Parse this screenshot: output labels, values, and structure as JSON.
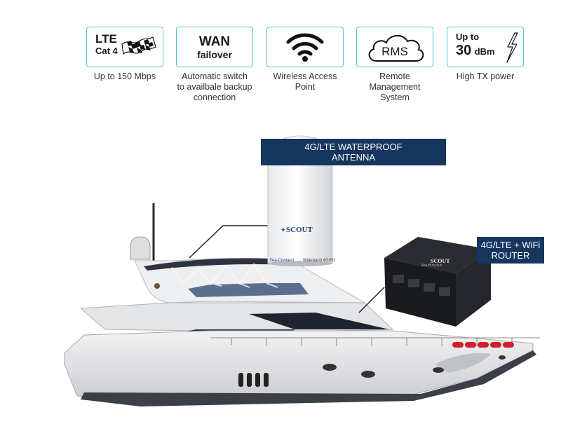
{
  "features": [
    {
      "box_line1": "LTE",
      "box_line2": "Cat 4",
      "icon": "checkered-flag-icon",
      "caption": "Up to 150 Mbps"
    },
    {
      "box_line1": "WAN",
      "box_line2": "failover",
      "caption_lines": [
        "Automatic switch",
        "to availbale backup",
        "connection"
      ]
    },
    {
      "icon": "wifi-icon",
      "caption_lines": [
        "Wireless Access",
        "Point"
      ]
    },
    {
      "box_text": "RMS",
      "icon": "cloud-icon",
      "caption_lines": [
        "Remote",
        "Management",
        "System"
      ]
    },
    {
      "box_line1": "Up to",
      "box_line2": "30",
      "box_line2_unit": "dBm",
      "icon": "lightning-icon",
      "caption": "High TX power"
    }
  ],
  "antenna_label": [
    "4G/LTE WATERPROOF",
    "ANTENNA"
  ],
  "router_label": [
    "4G/LTE  + WiFi",
    "ROUTER"
  ],
  "antenna_brand": "SCOUT",
  "antenna_small_text": [
    "Sea-Connect",
    "Wideband 4G/5G"
  ],
  "router_brand": "SCOUT",
  "router_small_text": "Sea-Hub plus",
  "colors": {
    "accent_border": "#4fc3d9",
    "label_bg": "#16365f",
    "hull": "#d9dbdd",
    "dark_hull": "#3b3f48"
  }
}
